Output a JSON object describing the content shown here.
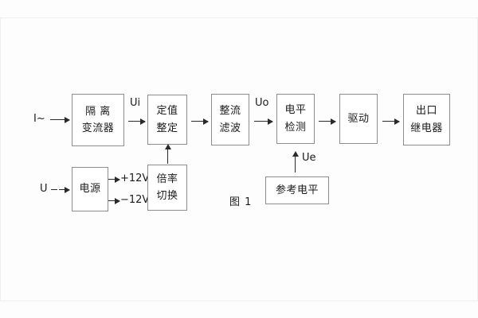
{
  "figure": {
    "caption": "图 1",
    "blocks": [
      {
        "id": "isolation",
        "lines": [
          "隔 离",
          "变流器"
        ]
      },
      {
        "id": "setting",
        "lines": [
          "定值",
          "整定"
        ]
      },
      {
        "id": "rectify",
        "lines": [
          "整流",
          "滤波"
        ]
      },
      {
        "id": "level",
        "lines": [
          "电平",
          "检测"
        ]
      },
      {
        "id": "drive",
        "lines": [
          "驱动"
        ]
      },
      {
        "id": "output",
        "lines": [
          "出口",
          "继电器"
        ]
      },
      {
        "id": "power",
        "lines": [
          "电源"
        ]
      },
      {
        "id": "multiplier",
        "lines": [
          "倍率",
          "切换"
        ]
      },
      {
        "id": "reference",
        "lines": [
          "参考电平"
        ]
      }
    ],
    "signals": {
      "input_current": "I~",
      "input_voltage": "U",
      "ui": "Ui",
      "uo": "Uo",
      "ue": "Ue",
      "rail_positive": "+12V",
      "rail_negative": "−12V"
    }
  }
}
